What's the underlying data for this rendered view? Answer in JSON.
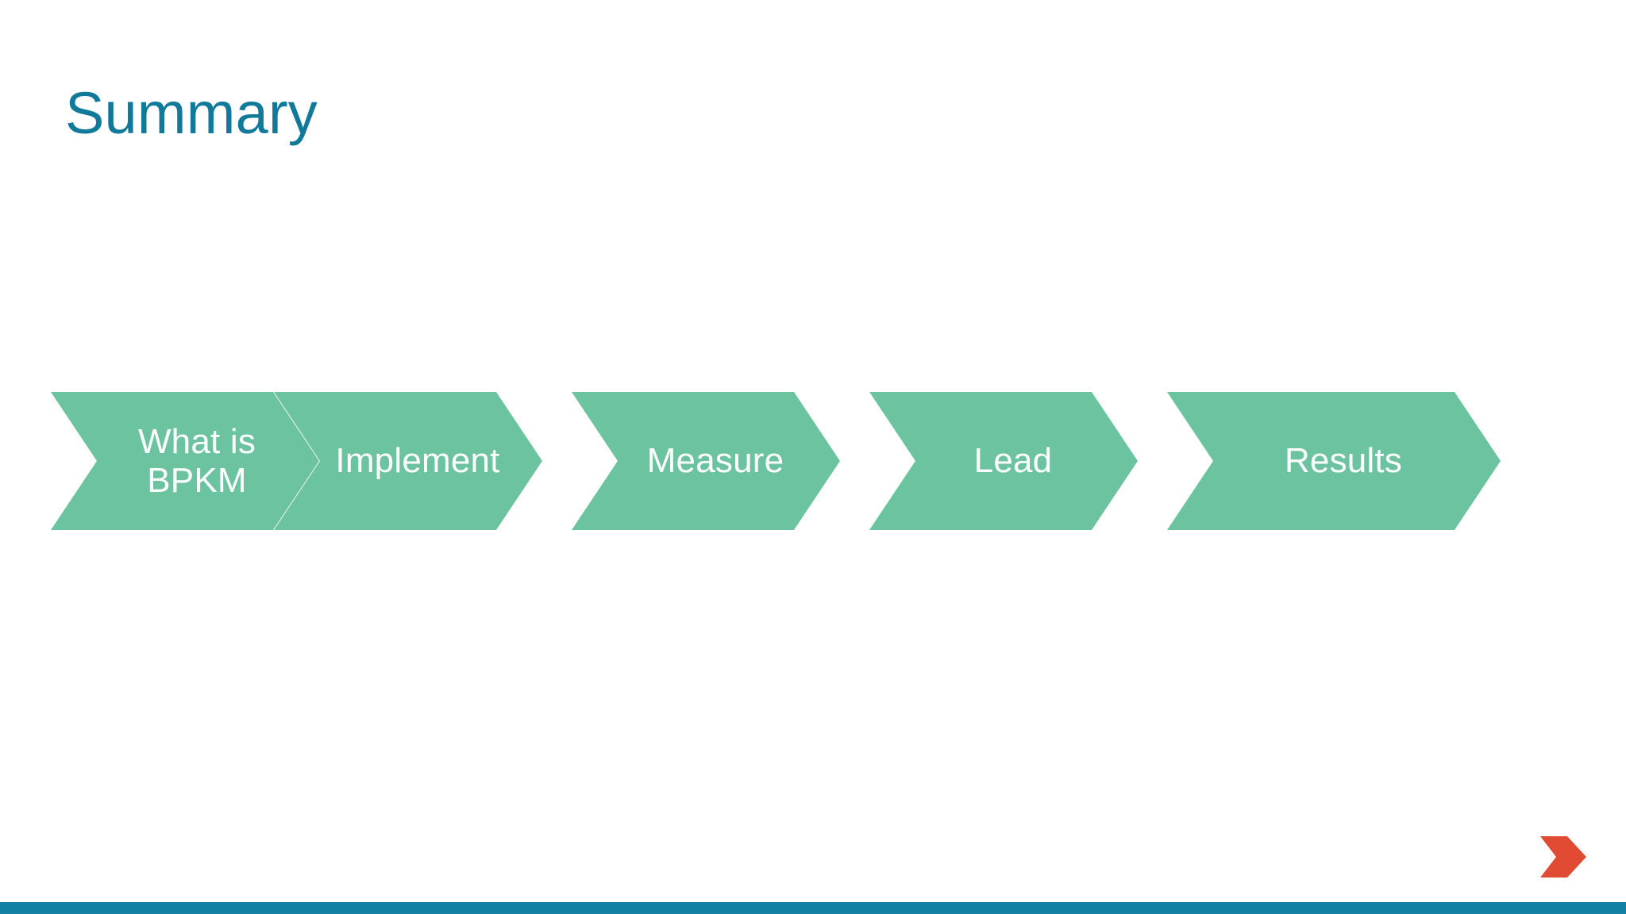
{
  "slide": {
    "title": "Summary",
    "title_color": "#117A9B",
    "background_color": "#FFFFFF"
  },
  "process": {
    "accent_color": "#6BC39F",
    "label_color": "#FFFFFF",
    "steps": [
      {
        "label": "What is\nBPKM",
        "name": "what-is-bpkm"
      },
      {
        "label": "Implement",
        "name": "implement"
      },
      {
        "label": "Measure",
        "name": "measure"
      },
      {
        "label": "Lead",
        "name": "lead"
      },
      {
        "label": "Results",
        "name": "results"
      }
    ]
  },
  "footer": {
    "bar_color": "#1480A4",
    "logo_icon": "right-arrow-logo-icon",
    "logo_color": "#E24B33"
  }
}
